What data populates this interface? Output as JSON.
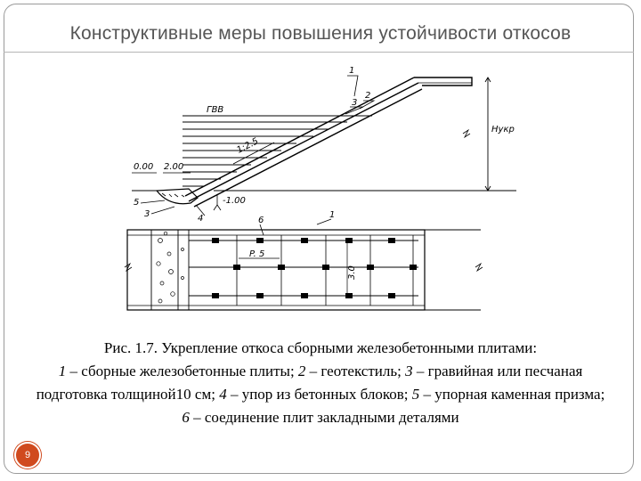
{
  "slide": {
    "title": "Конструктивные меры повышения устойчивости откосов",
    "page_number": "9"
  },
  "figure": {
    "labels": {
      "gvv": "ГВВ",
      "level_top": "0.00",
      "level_bottom": "-1.00",
      "width_200": "2.00",
      "slope": "1:2.5",
      "h_ukr": "Hукр",
      "dim_p5": "P. 5",
      "dim_30": "3.0",
      "n1": "1",
      "n2": "2",
      "n3": "3",
      "n4": "4",
      "n5": "5",
      "n6": "6"
    }
  },
  "caption": {
    "line1": "Рис. 1.7. Укрепление откоса сборными железобетонными плитами:",
    "n1": "1",
    "t1": " – сборные железобетонные плиты; ",
    "n2": "2",
    "t2": " – геотекстиль; ",
    "n3": "3",
    "t3": " – гравийная или песчаная подготовка толщиной10 см; ",
    "n4": "4",
    "t4": " – упор из бетонных блоков; ",
    "n5": "5",
    "t5": " – упорная каменная призма; ",
    "n6": "6",
    "t6": " – соединение плит закладными деталями"
  }
}
